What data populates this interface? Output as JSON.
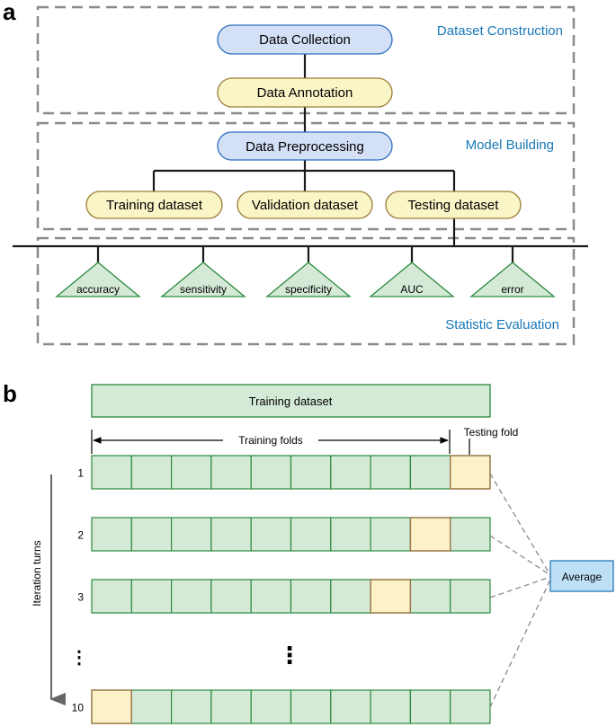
{
  "panel_a": {
    "label": "a",
    "sections": {
      "dataset_construction": "Dataset Construction",
      "model_building": "Model Building",
      "statistic_evaluation": "Statistic Evaluation"
    },
    "nodes": {
      "data_collection": "Data Collection",
      "data_annotation": "Data Annotation",
      "data_preprocessing": "Data Preprocessing",
      "training_dataset": "Training dataset",
      "validation_dataset": "Validation dataset",
      "testing_dataset": "Testing dataset"
    },
    "metrics": [
      "accuracy",
      "sensitivity",
      "specificity",
      "AUC",
      "error"
    ]
  },
  "panel_b": {
    "label": "b",
    "training_dataset": "Training dataset",
    "training_folds": "Training folds",
    "testing_fold": "Testing fold",
    "y_axis_label": "Iteration turns",
    "average": "Average",
    "vertical_ellipsis": "⋮",
    "iterations": [
      {
        "label": "1",
        "testing_fold_index": 10
      },
      {
        "label": "2",
        "testing_fold_index": 9
      },
      {
        "label": "3",
        "testing_fold_index": 8
      },
      {
        "label": "⋮",
        "testing_fold_index": null
      },
      {
        "label": "10",
        "testing_fold_index": 1
      }
    ],
    "folds_per_row": 10
  },
  "colors": {
    "blue_fill": "#d3e0f5",
    "blue_stroke": "#2f6ec0",
    "yellow_fill": "#faf5c6",
    "yellow_stroke": "#9b7d3a",
    "green_fill": "#d5ead6",
    "green_stroke": "#2b8a3e",
    "section_text": "#1a78b8",
    "dash": "#8a8a8a",
    "fold_test_fill": "#fdf1c7",
    "fold_test_stroke": "#a0784a",
    "average_fill": "#bde0f7",
    "average_stroke": "#2a79b5"
  }
}
